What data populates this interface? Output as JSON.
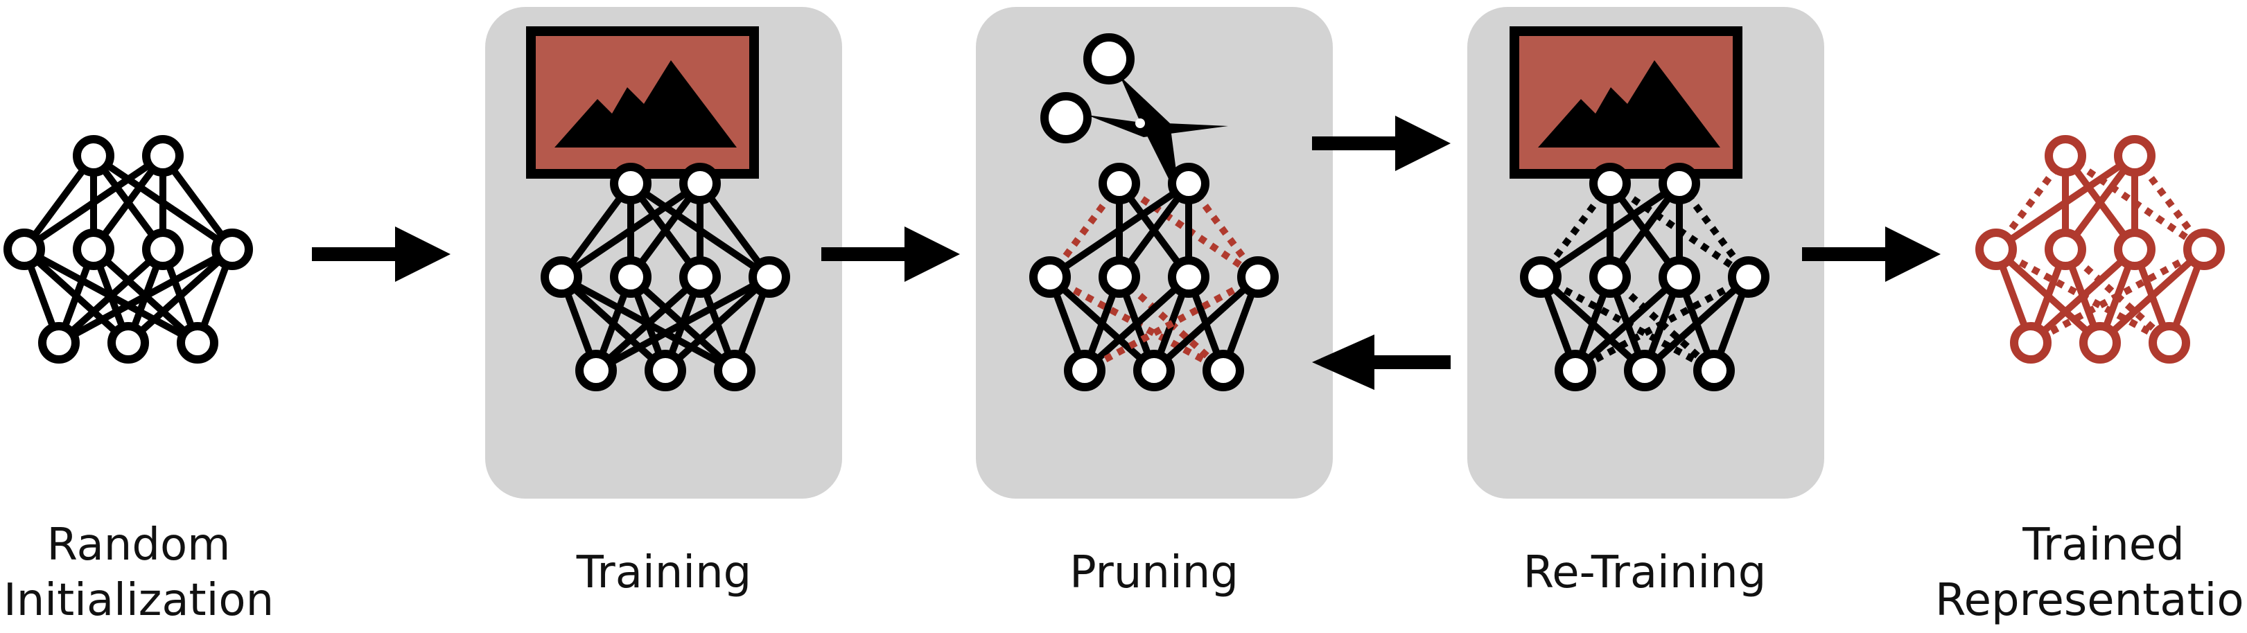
{
  "colors": {
    "ink": "#000000",
    "accent": "#B03A2E",
    "panel": "#D3D3D3",
    "image_fill": "#B5594C"
  },
  "icons": [
    "image-icon",
    "scissors-icon",
    "arrow-right-icon",
    "arrow-left-icon",
    "neural-network-icon"
  ],
  "stages": {
    "init": {
      "line1": "Random",
      "line2": "Initialization"
    },
    "training": {
      "label": "Training"
    },
    "pruning": {
      "label": "Pruning"
    },
    "retraining": {
      "label": "Re-Training"
    },
    "trained": {
      "line1": "Trained",
      "line2": "Representation"
    }
  }
}
